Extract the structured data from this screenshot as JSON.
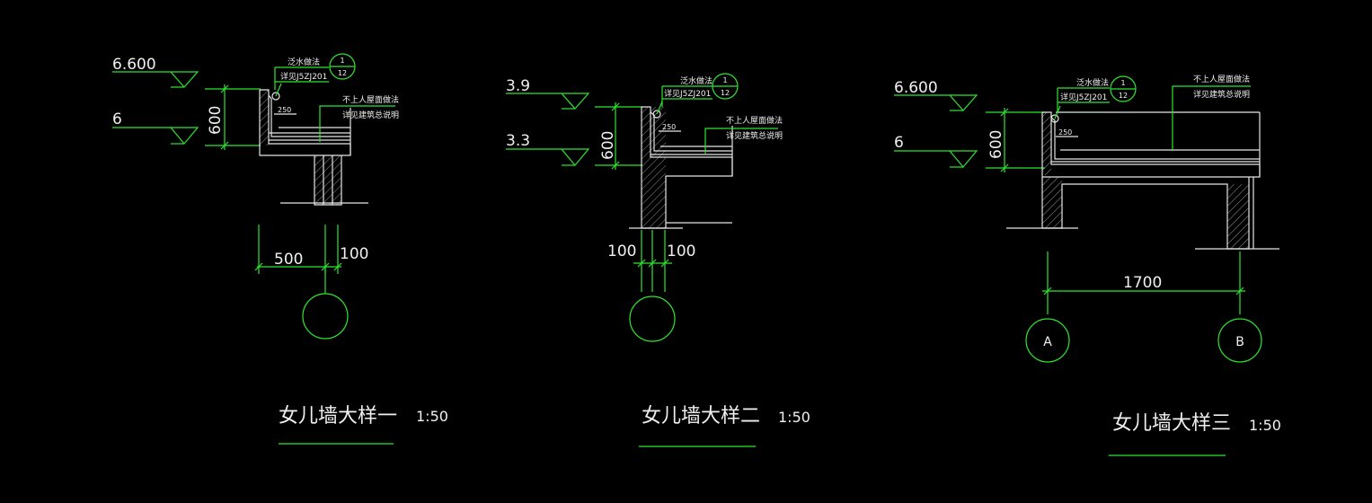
{
  "colors": {
    "background": "#000000",
    "dimension": "#2ee62e",
    "linework": "#e6e6e6"
  },
  "details": [
    {
      "title": "女儿墙大样一",
      "scale": "1:50",
      "level_top": "6.600",
      "level_bottom": "6",
      "height_dim": "600",
      "width_dims": [
        "500",
        "100"
      ],
      "note_flashing": "泛水做法",
      "note_ref": "详见J5ZJ201",
      "callout_num": "1",
      "callout_sheet": "12",
      "note_roof_1": "不上人屋面做法",
      "note_roof_2": "详见建筑总说明",
      "small_dim": "250",
      "axis_label": ""
    },
    {
      "title": "女儿墙大样二",
      "scale": "1:50",
      "level_top": "3.9",
      "level_bottom": "3.3",
      "height_dim": "600",
      "width_dims": [
        "100",
        "100"
      ],
      "note_flashing": "泛水做法",
      "note_ref": "详见J5ZJ201",
      "callout_num": "1",
      "callout_sheet": "12",
      "note_roof_1": "不上人屋面做法",
      "note_roof_2": "详见建筑总说明",
      "small_dim": "250",
      "axis_label": ""
    },
    {
      "title": "女儿墙大样三",
      "scale": "1:50",
      "level_top": "6.600",
      "level_bottom": "6",
      "height_dim": "600",
      "span_dim": "1700",
      "note_flashing": "泛水做法",
      "note_ref": "详见J5ZJ201",
      "callout_num": "1",
      "callout_sheet": "12",
      "note_roof_1": "不上人屋面做法",
      "note_roof_2": "详见建筑总说明",
      "small_dim": "250",
      "axis_a": "A",
      "axis_b": "B"
    }
  ]
}
